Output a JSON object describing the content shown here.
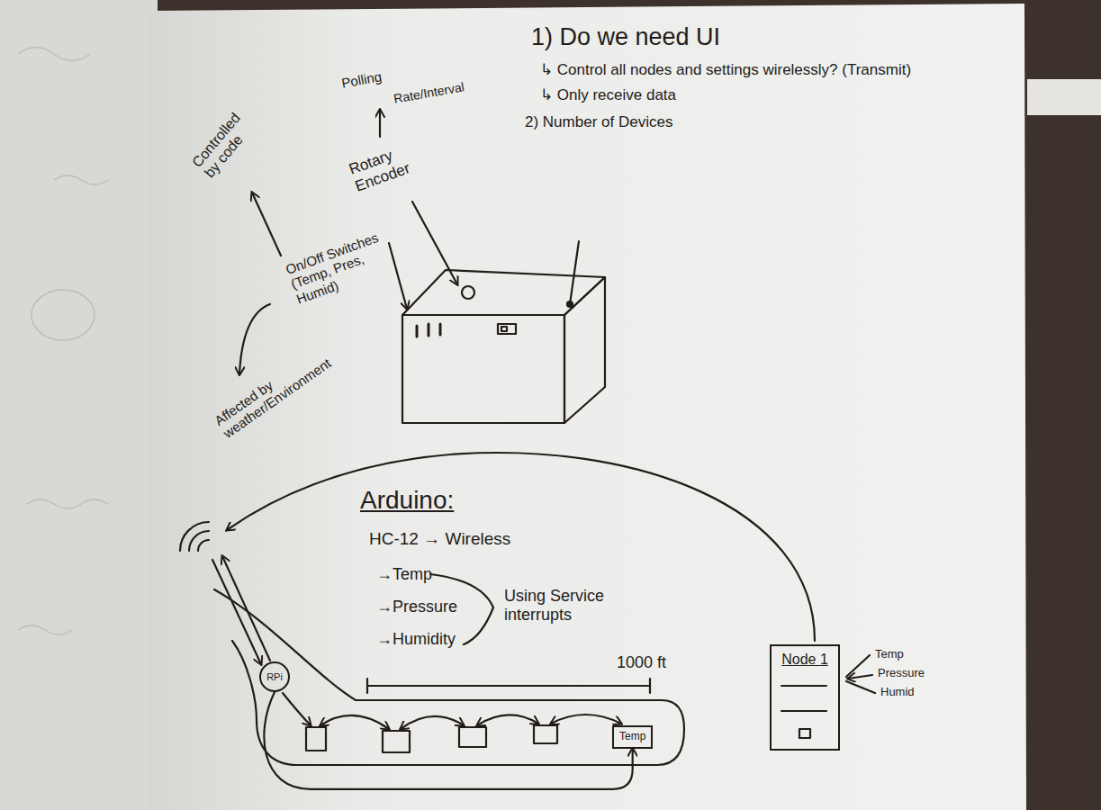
{
  "diagram": {
    "nodes": [
      {
        "text": [
          "RPi"
        ]
      },
      {
        "text": [
          "Temp"
        ]
      },
      {
        "text": [
          "Node 1"
        ]
      }
    ],
    "edges": [
      {
        "from": 0,
        "to": 1,
        "arrow": "to"
      }
    ],
    "labels": [
      "1) Do we need UI",
      "↳ Control all nodes and settings wirelessly? (Transmit)",
      "↳ Only receive data",
      "2) Number of Devices",
      "Polling",
      "Rate/Interval",
      "Rotary Encoder",
      "Controlled by code",
      "On/Off Switches (Temp, Pres, Humid)",
      "Affected by weather/Environment",
      "Arduino:",
      "HC-12 → Wireless",
      "→Temp",
      "→Pressure",
      "→Humidity",
      "Using Service interrupts",
      "1000 ft",
      "Temp",
      "Pressure",
      "Humid"
    ]
  }
}
